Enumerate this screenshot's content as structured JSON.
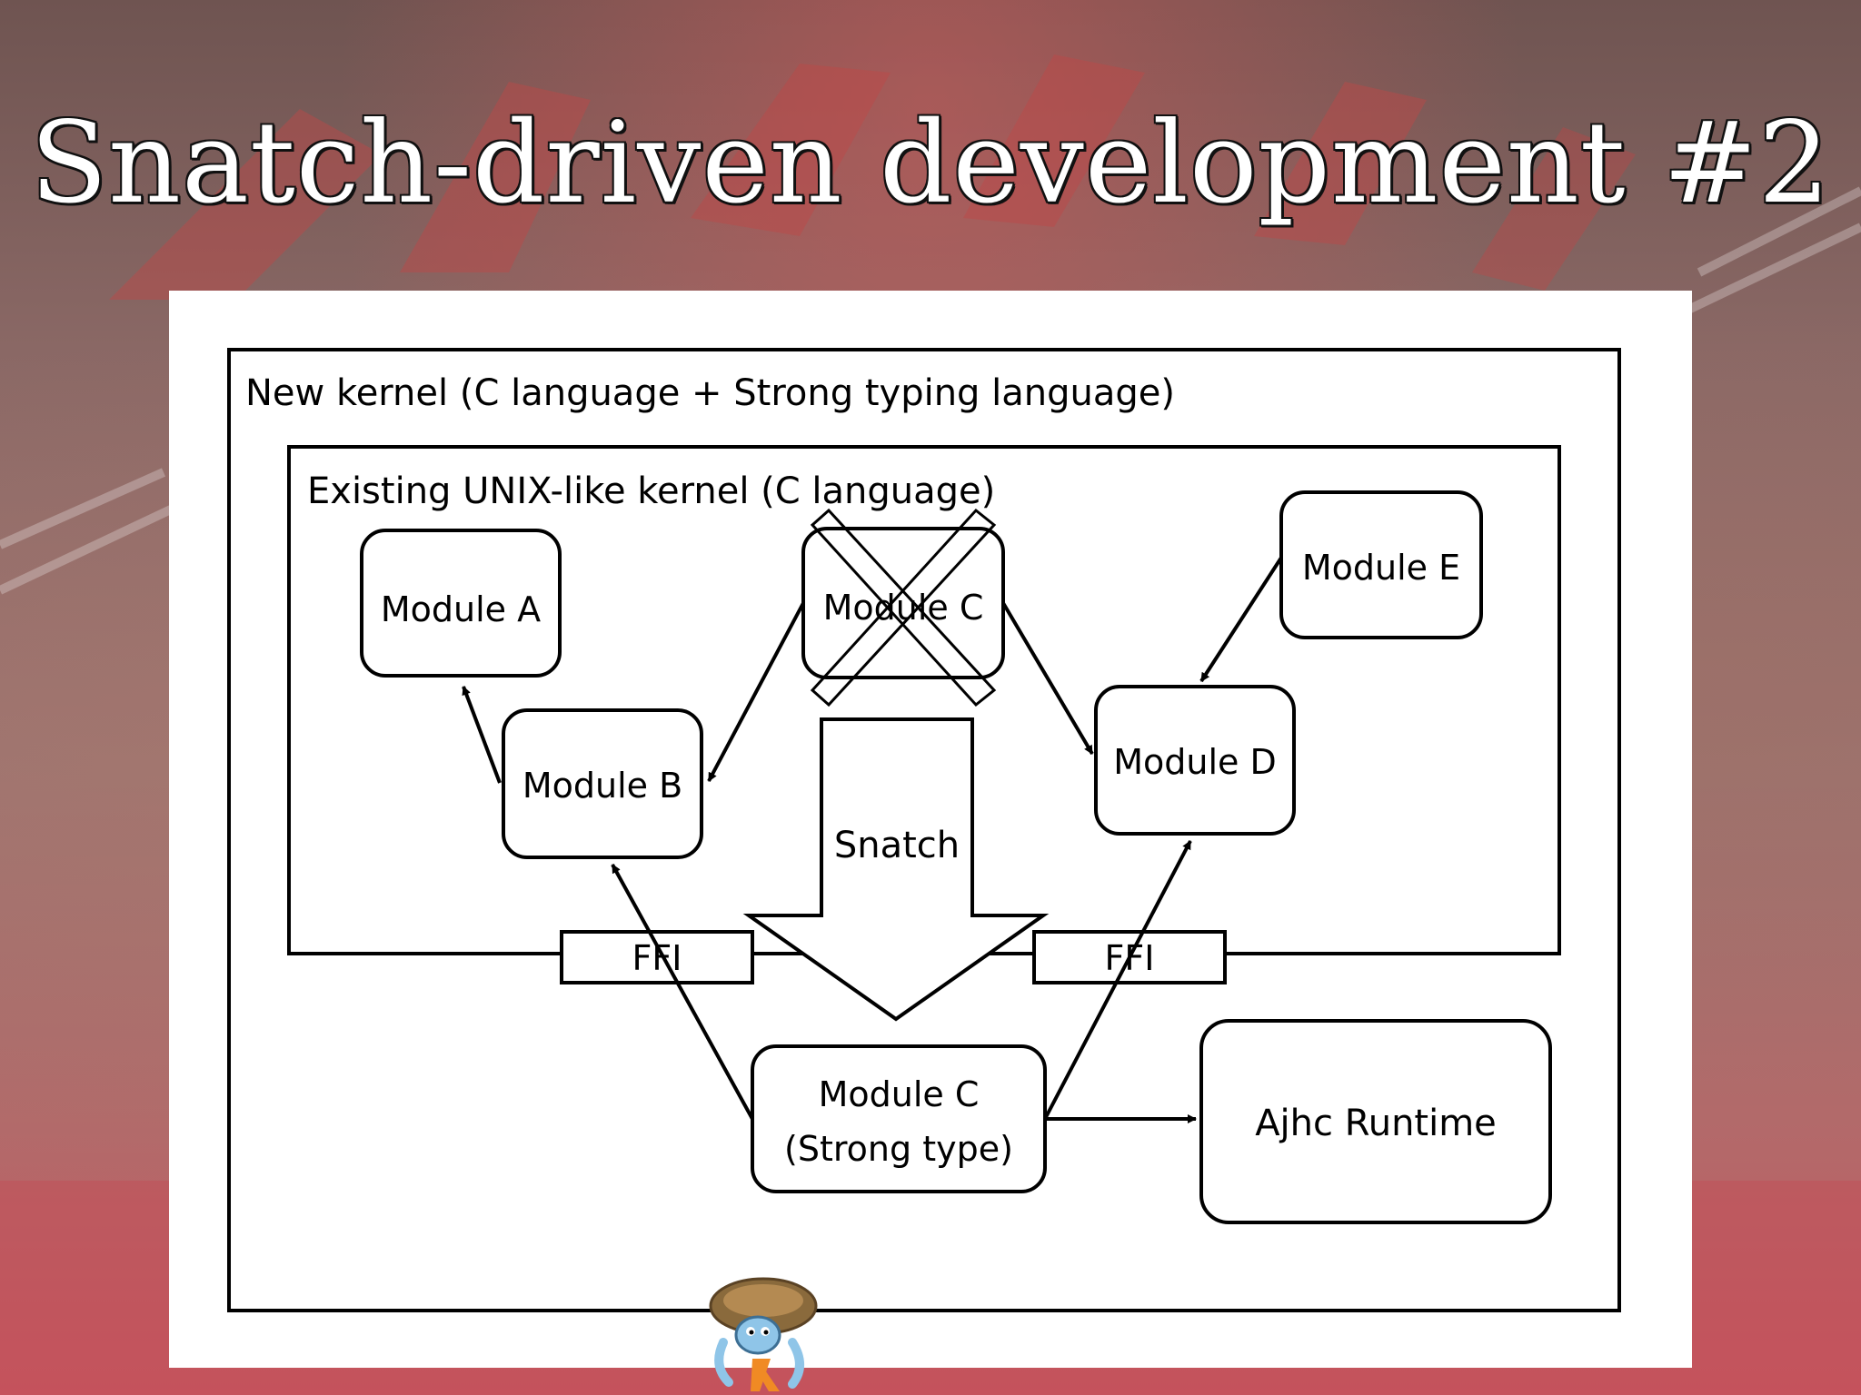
{
  "slide": {
    "title": "Snatch-driven development #2"
  },
  "diagram": {
    "outer_box_label": "New kernel (C language + Strong typing language)",
    "inner_box_label": "Existing UNIX-like kernel (C language)",
    "modules": {
      "a": "Module A",
      "b": "Module B",
      "c_old": "Module C",
      "d": "Module D",
      "e": "Module E",
      "c_new_line1": "Module C",
      "c_new_line2": "(Strong type)",
      "runtime": "Ajhc Runtime"
    },
    "snatch_label": "Snatch",
    "ffi_left": "FFI",
    "ffi_right": "FFI"
  },
  "colors": {
    "stroke": "#000000",
    "panel": "#ffffff",
    "title": "#ffffff"
  }
}
